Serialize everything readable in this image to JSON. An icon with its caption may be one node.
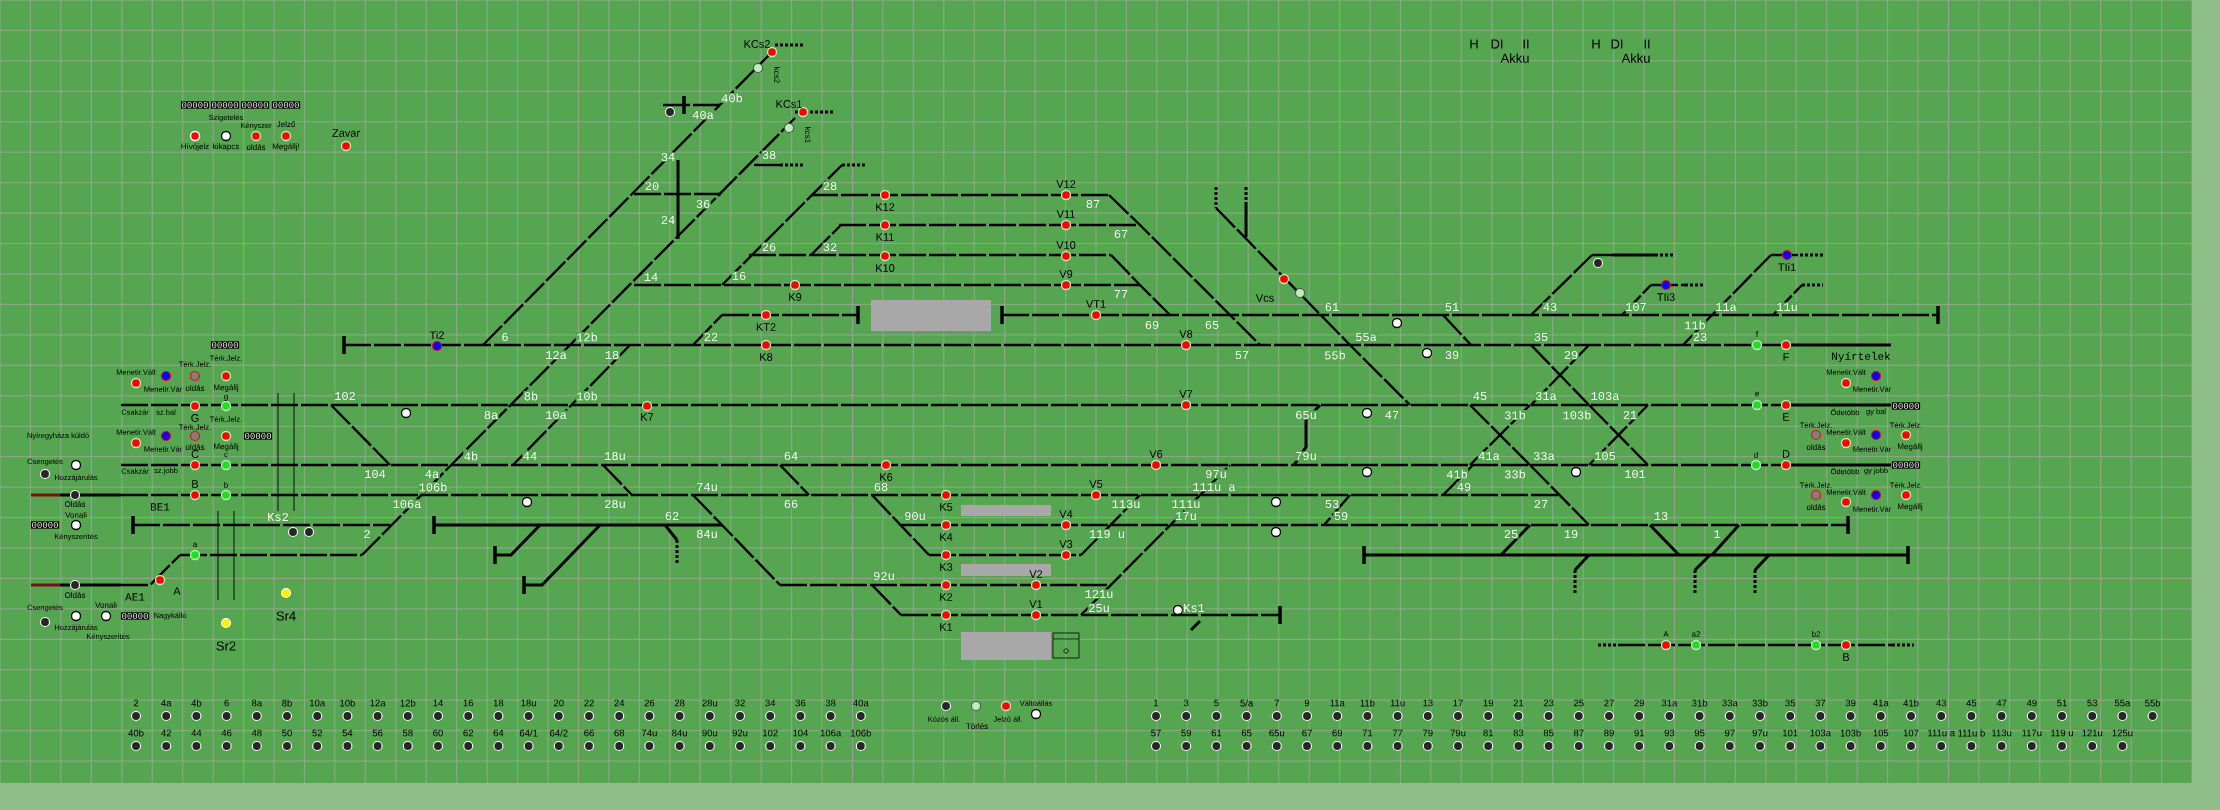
{
  "diagram": {
    "labels": [
      "KCs2",
      "H",
      "DI",
      "II",
      "H",
      "DI",
      "II",
      "Akku",
      "Akku",
      "kcs2",
      "00000",
      "00000",
      "00000",
      "00000",
      "40b",
      "KCs1",
      "Szigetelés",
      "40a",
      "Kényszer",
      "Jelző",
      "Zavar",
      "kcs1",
      "Hívójelz",
      "kikapcs",
      "oldás",
      "Megállj!",
      "34",
      "38",
      "20",
      "28",
      "V12",
      "36",
      "K12",
      "87",
      "24",
      "V11",
      "K11",
      "67",
      "26",
      "32",
      "V10",
      "K10",
      "TIi1",
      "14",
      "16",
      "V9",
      "K9",
      "77",
      "Vcs",
      "TIi3",
      "VT1",
      "61",
      "51",
      "43",
      "107",
      "11a",
      "11u",
      "KT2",
      "69",
      "65",
      "11b",
      "Ti2",
      "6",
      "12b",
      "22",
      "V8",
      "55a",
      "35",
      "23",
      "f",
      "00000",
      "Térk.Jelz.",
      "12a",
      "18",
      "K8",
      "57",
      "55b",
      "39",
      "29",
      "F",
      "Nyírtelek",
      "Térk.Jelz.",
      "Menetir.Vált",
      "Menetir.Vált",
      "Menetir.Vár",
      "oldás",
      "Megállj",
      "Menetir.Vár",
      "g",
      "102",
      "8b",
      "10b",
      "V7",
      "45",
      "31a",
      "103a",
      "e",
      "00000",
      "Csakzár",
      "sz.bal",
      "G",
      "Térk.Jelz.",
      "8a",
      "10a",
      "K7",
      "65u",
      "47",
      "31b",
      "103b",
      "21",
      "E",
      "Ödetöbb",
      "gy bal",
      "Menetir.Vált",
      "Térk.Jelz.",
      "Térk.Jelz.",
      "Menetir.Vált",
      "Térk.Jelz.",
      "Nyíregyháza küldő",
      "00000",
      "Menetir.Vár",
      "oldás",
      "Megállj",
      "oldás",
      "Menetir.Vár",
      "Megállj",
      "C",
      "c",
      "4b",
      "44",
      "18u",
      "64",
      "V6",
      "79u",
      "41a",
      "33a",
      "105",
      "d",
      "D",
      "Csengetés",
      "00000",
      "Hozzájárulás",
      "Csakzár",
      "sz.jobb",
      "104",
      "4a",
      "K6",
      "97u",
      "41b",
      "33b",
      "101",
      "Ödetöbb",
      "gy jobb",
      "B",
      "b",
      "106b",
      "74u",
      "68",
      "V5",
      "111u a",
      "49",
      "Térk.Jelz.",
      "Térk.Jelz.",
      "Menetir.Vált",
      "Oldás",
      "BE1",
      "106a",
      "28u",
      "66",
      "K5",
      "113u",
      "111u",
      "53",
      "27",
      "oldás",
      "Menetir.Vár",
      "Megállj",
      "Vonali",
      "Ks2",
      "62",
      "90u",
      "V4",
      "17u",
      "59",
      "13",
      "00000",
      "Kényszerítés",
      "2",
      "84u",
      "K4",
      "119 u",
      "25",
      "19",
      "1",
      "a",
      "V3",
      "K3",
      "92u",
      "V2",
      "Oldás",
      "AE1",
      "A",
      "K2",
      "121u",
      "Csengetés",
      "Vonali",
      "V1",
      "25u",
      "Ks1",
      "00000",
      "Nagykálló",
      "Sr4",
      "Hozzájárulás",
      "K1",
      "Kényszerítés",
      "A",
      "a2",
      "b2",
      "Sr2",
      "B",
      "2",
      "4a",
      "4b",
      "6",
      "8a",
      "8b",
      "10a",
      "10b",
      "12a",
      "12b",
      "14",
      "16",
      "18",
      "18u",
      "20",
      "22",
      "24",
      "26",
      "28",
      "28u",
      "32",
      "34",
      "36",
      "38",
      "40a",
      "Váltóállás",
      "1",
      "3",
      "5",
      "5/a",
      "7",
      "9",
      "11a",
      "11b",
      "11u",
      "13",
      "17",
      "19",
      "21",
      "23",
      "25",
      "27",
      "29",
      "31a",
      "31b",
      "33a",
      "33b",
      "35",
      "37",
      "39",
      "41a",
      "41b",
      "43",
      "45",
      "47",
      "49",
      "51",
      "53",
      "55a",
      "55b",
      "Közös áll.",
      "Törlés",
      "Jelző áll.",
      "40b",
      "42",
      "44",
      "46",
      "48",
      "50",
      "52",
      "54",
      "56",
      "58",
      "60",
      "62",
      "64",
      "64/1",
      "64/2",
      "66",
      "68",
      "74u",
      "84u",
      "90u",
      "92u",
      "102",
      "104",
      "106a",
      "106b",
      "57",
      "59",
      "61",
      "65",
      "65u",
      "67",
      "69",
      "71",
      "77",
      "79",
      "79u",
      "81",
      "83",
      "85",
      "87",
      "89",
      "91",
      "93",
      "95",
      "97",
      "97u",
      "101",
      "103a",
      "103b",
      "105",
      "107",
      "111u a",
      "111u b",
      "113u",
      "117u",
      "119 u",
      "121u",
      "125u"
    ]
  }
}
